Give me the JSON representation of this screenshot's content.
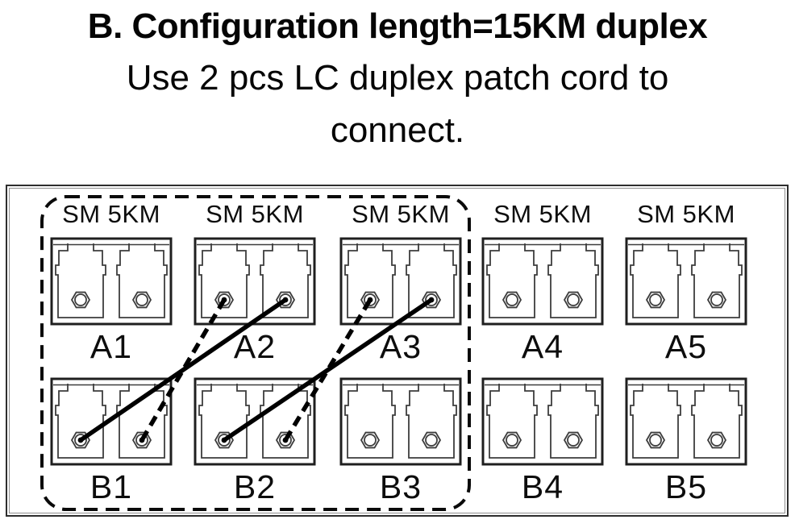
{
  "title": {
    "line1": "B. Configuration length=15KM duplex",
    "line2": "Use 2 pcs LC duplex patch cord to",
    "line3": "connect."
  },
  "panel": {
    "port_type_label": "SM 5KM",
    "rows": [
      {
        "name": "A",
        "ports": [
          "A1",
          "A2",
          "A3",
          "A4",
          "A5"
        ]
      },
      {
        "name": "B",
        "ports": [
          "B1",
          "B2",
          "B3",
          "B4",
          "B5"
        ]
      }
    ],
    "grouped_ports": [
      "A1",
      "A2",
      "A3",
      "B1",
      "B2",
      "B3"
    ],
    "connections": [
      {
        "from": "B1.left",
        "to": "A2.right",
        "style": "solid"
      },
      {
        "from": "B1.right",
        "to": "A2.left",
        "style": "dashed"
      },
      {
        "from": "B2.left",
        "to": "A3.right",
        "style": "solid"
      },
      {
        "from": "B2.right",
        "to": "A3.left",
        "style": "dashed"
      }
    ],
    "colors": {
      "ink": "#000000",
      "port_stroke": "#1f1f1f",
      "inner_stroke": "#3d3d3d",
      "group_outline": "#0a0a0a"
    }
  }
}
